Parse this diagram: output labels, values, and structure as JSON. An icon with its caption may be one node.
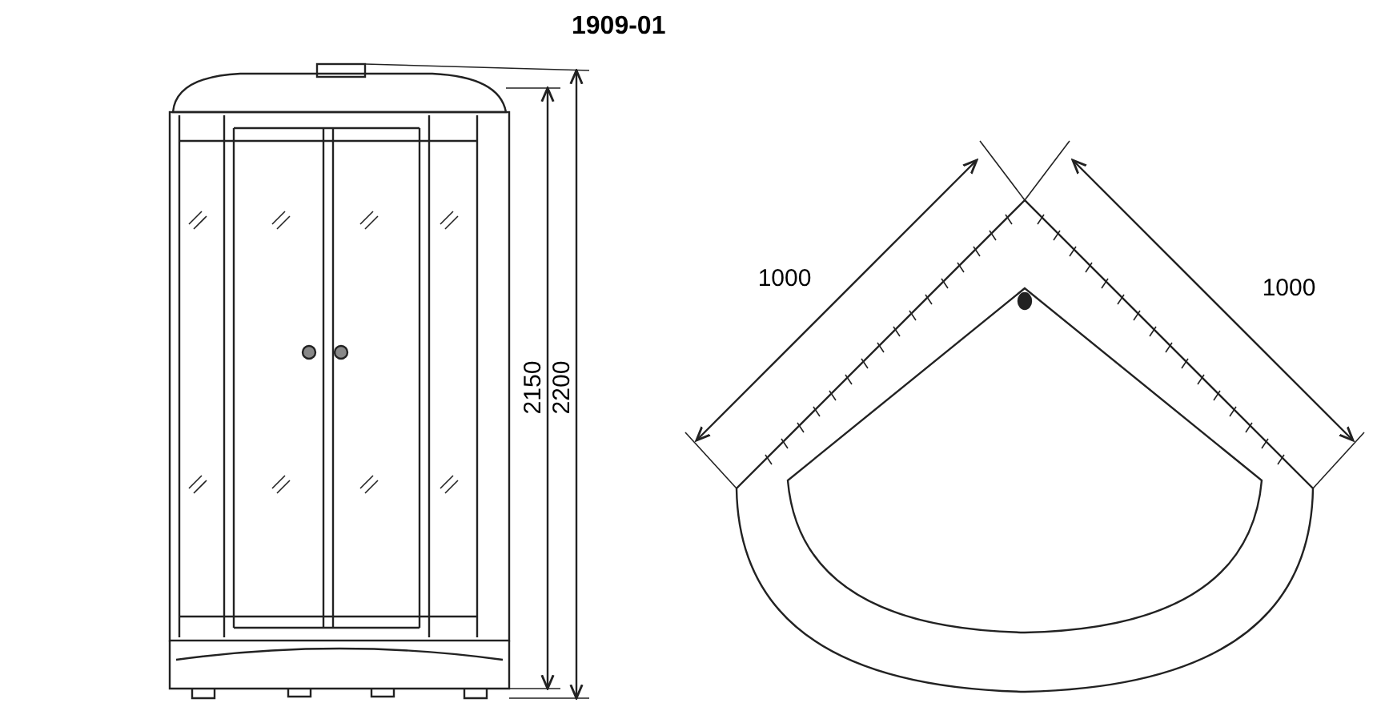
{
  "diagram": {
    "title": "1909-01",
    "labels": [
      "2150",
      "2200",
      "1000",
      "1000"
    ]
  }
}
